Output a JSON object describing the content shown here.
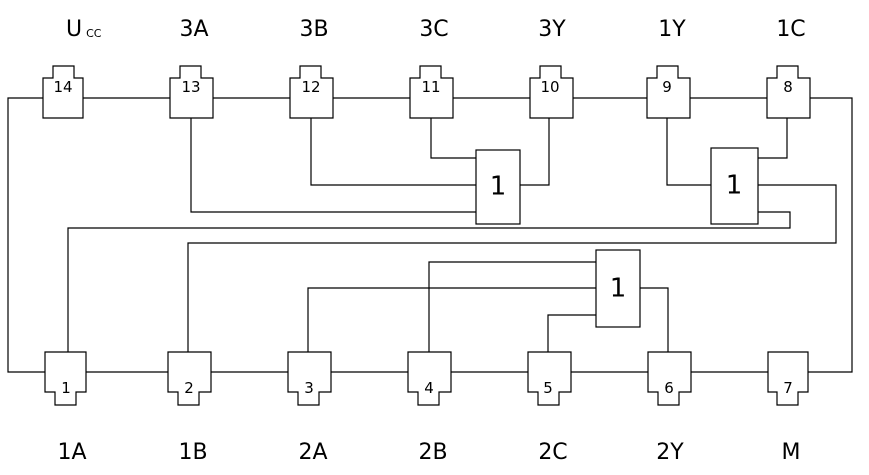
{
  "top_pins": [
    {
      "number": "14",
      "name": "U",
      "name_sub": "CC"
    },
    {
      "number": "13",
      "name": "3A"
    },
    {
      "number": "12",
      "name": "3B"
    },
    {
      "number": "11",
      "name": "3C"
    },
    {
      "number": "10",
      "name": "3Y"
    },
    {
      "number": "9",
      "name": "1Y"
    },
    {
      "number": "8",
      "name": "1C"
    }
  ],
  "bottom_pins": [
    {
      "number": "1",
      "name": "1A"
    },
    {
      "number": "2",
      "name": "1B"
    },
    {
      "number": "3",
      "name": "2A"
    },
    {
      "number": "4",
      "name": "2B"
    },
    {
      "number": "5",
      "name": "2C"
    },
    {
      "number": "6",
      "name": "2Y"
    },
    {
      "number": "7",
      "name": "M"
    }
  ],
  "gates": [
    {
      "id": "gate-3",
      "symbol": "1"
    },
    {
      "id": "gate-1",
      "symbol": "1"
    },
    {
      "id": "gate-2",
      "symbol": "1"
    }
  ]
}
